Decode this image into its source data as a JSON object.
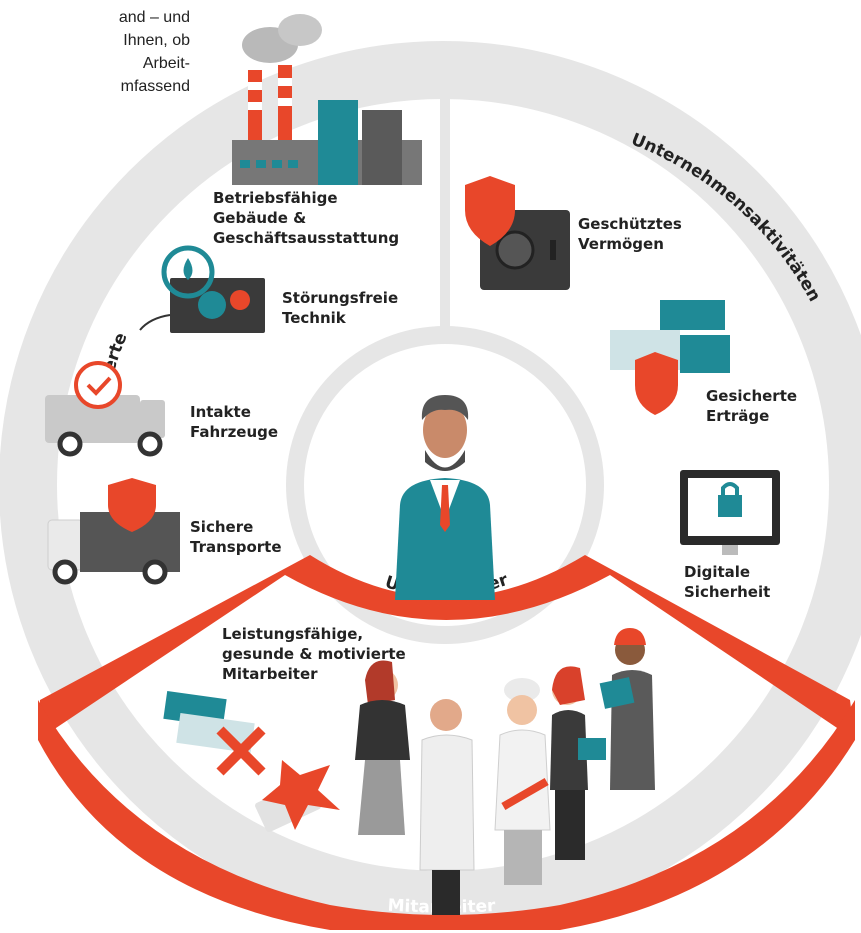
{
  "intro_text": "and – und\nIhnen, ob\nArbeit-\nmfassend",
  "center": {
    "label": "Unternehmer"
  },
  "sections": {
    "sachwerte": "Sachwerte",
    "unternehmensaktivitaeten": "Unternehmensaktivitäten",
    "mitarbeiter": "Mitarbeiter"
  },
  "items": {
    "gebaeude": "Betriebsfähige\nGebäude &\nGeschäftsausstattung",
    "technik": "Störungsfreie\nTechnik",
    "fahrzeuge": "Intakte\nFahrzeuge",
    "transporte": "Sichere\nTransporte",
    "vermoegen": "Geschütztes\nVermögen",
    "ertraege": "Gesicherte\nErträge",
    "digital": "Digitale\nSicherheit",
    "mitarbeiter_items": "Leistungsfähige,\ngesunde & motivierte\nMitarbeiter"
  },
  "colors": {
    "ring": "#e6e6e6",
    "accent": "#e8472a",
    "teal": "#1f8a96",
    "dark": "#333333"
  },
  "icons": [
    "factory-icon",
    "gears-icon",
    "truck-check-icon",
    "truck-shield-icon",
    "safe-shield-icon",
    "money-stacks-icon",
    "monitor-lock-icon",
    "businessman-icon",
    "money-cross-icon",
    "bandage-icon",
    "workers-group-icon"
  ]
}
